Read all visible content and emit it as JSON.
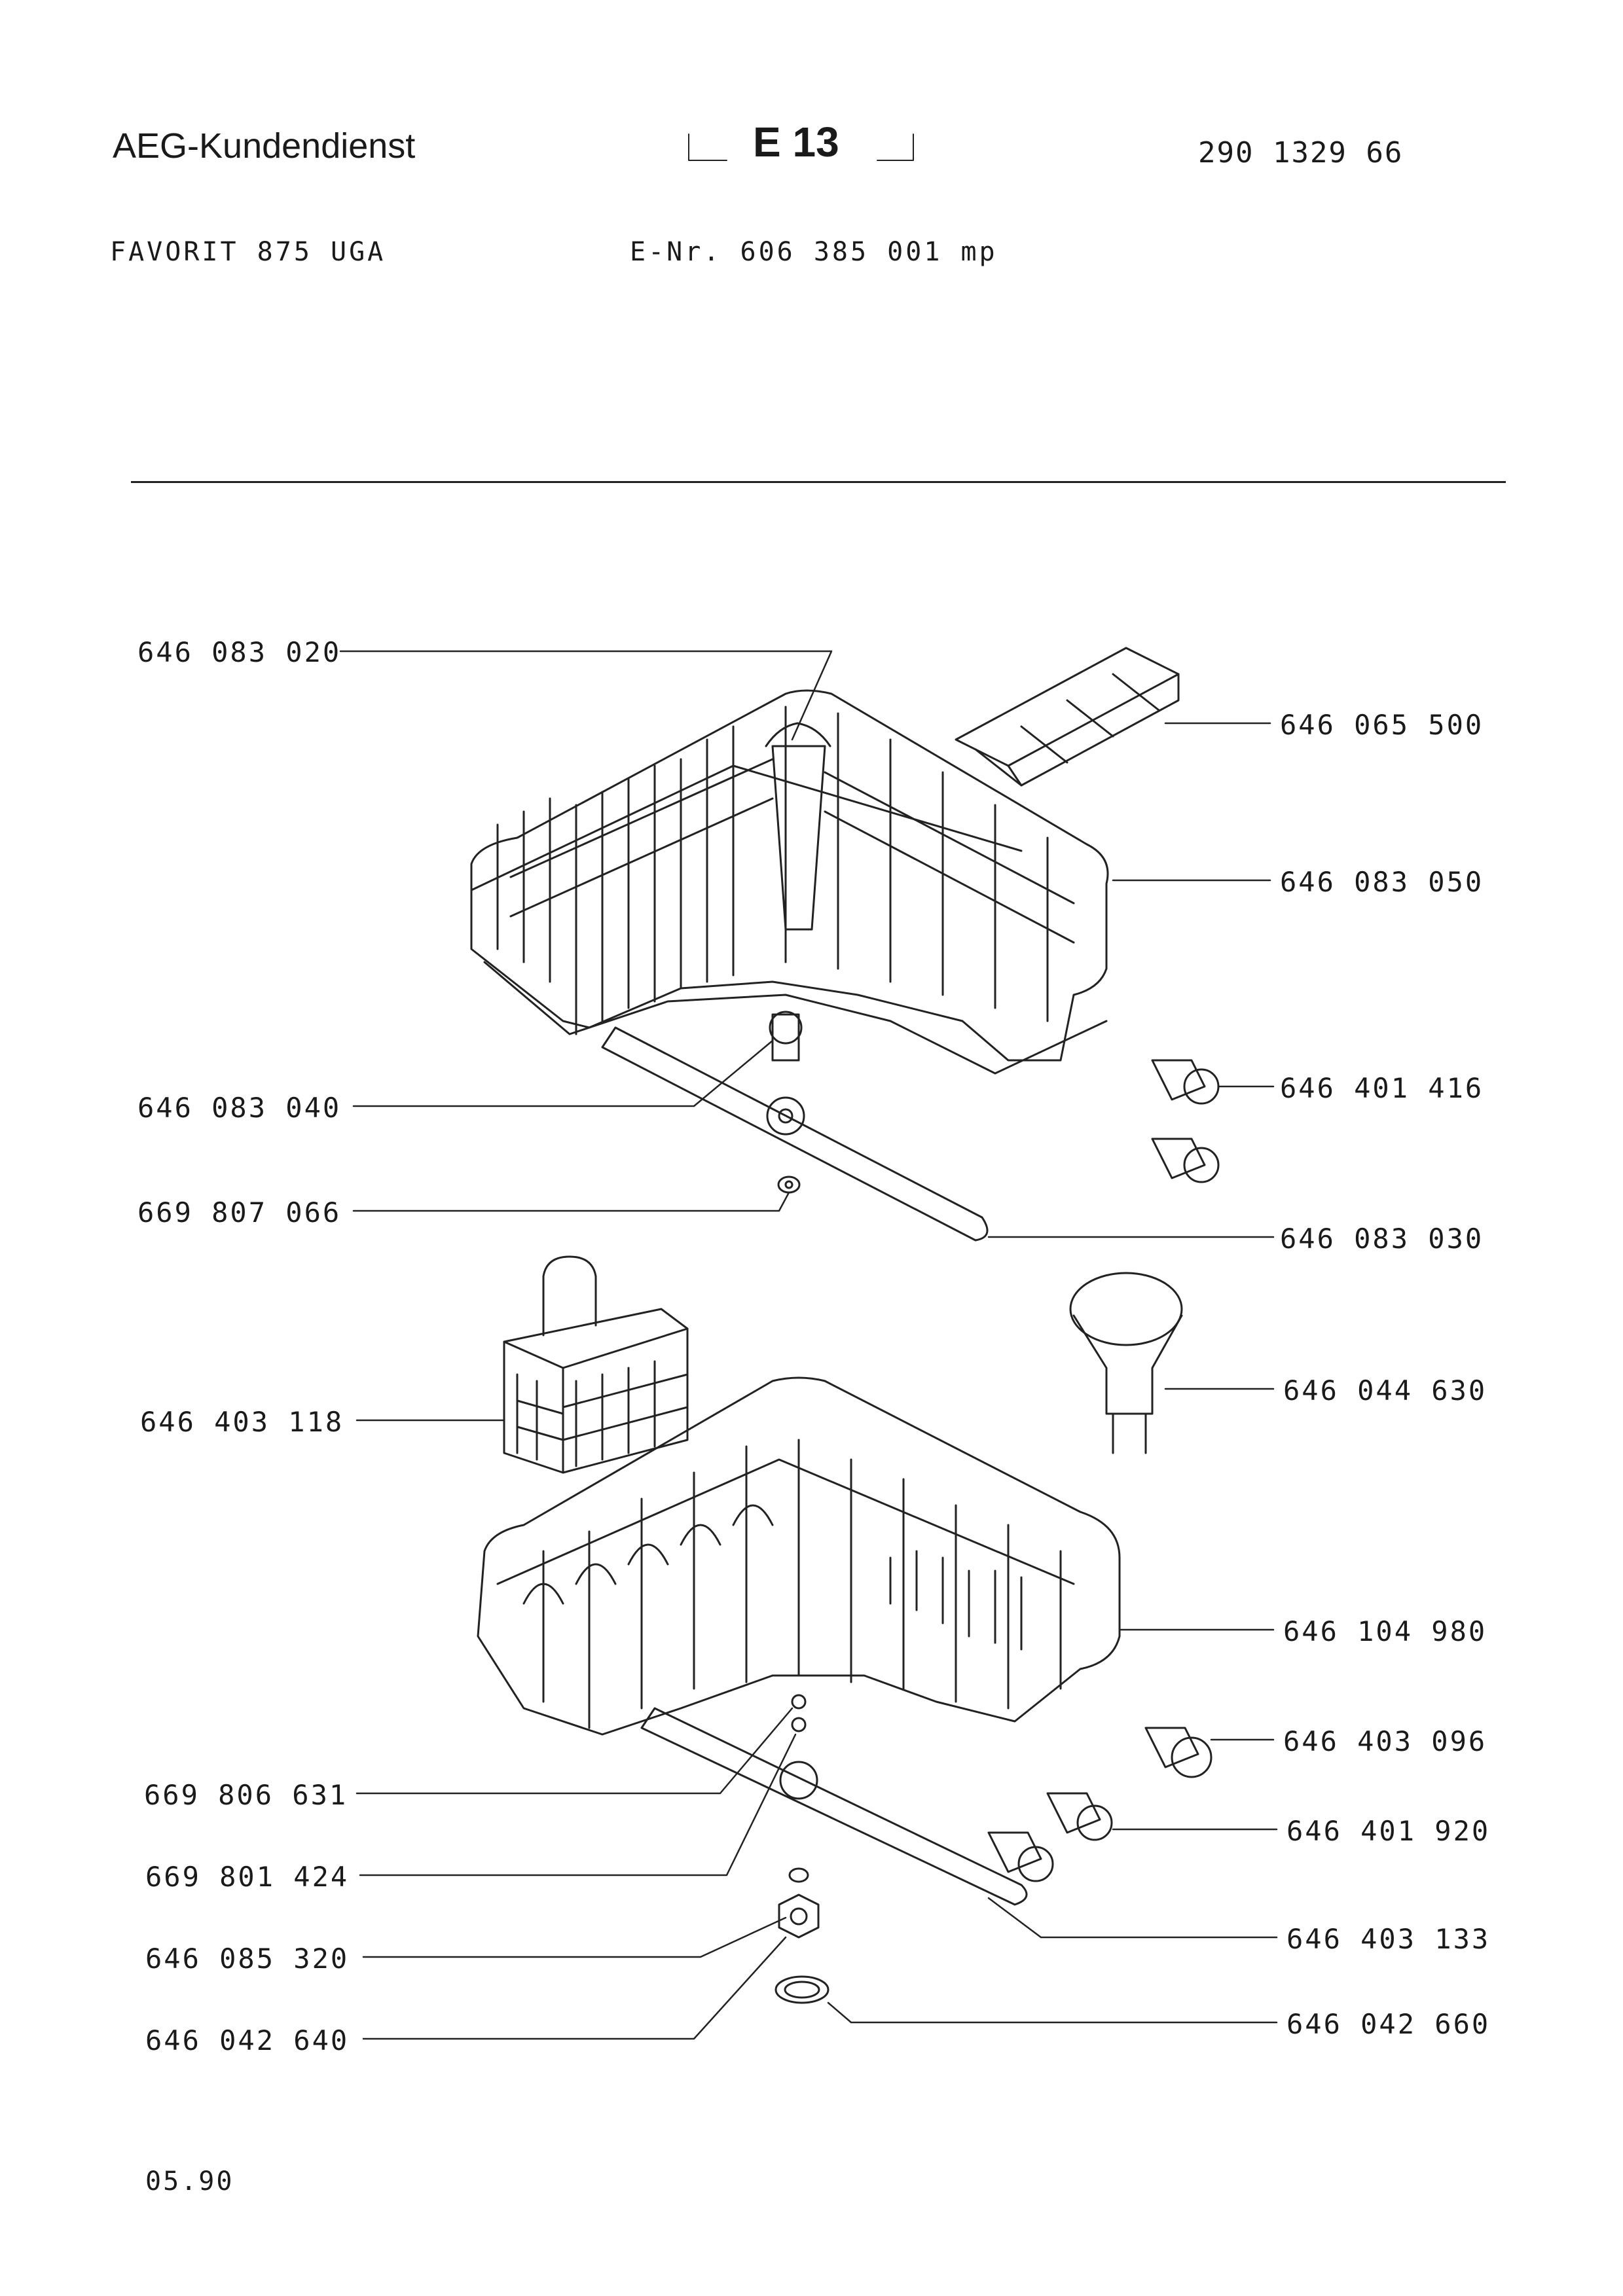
{
  "header": {
    "brand": "AEG-Kundendienst",
    "sheet": "E 13",
    "doc_number": "290 1329 66",
    "model": "FAVORIT 875 UGA",
    "e_nr": "E-Nr. 606 385 001 mp"
  },
  "parts_left": [
    "646 083 020",
    "646 083 040",
    "669 807 066",
    "646 403 118",
    "669 806 631",
    "669 801 424",
    "646 085 320",
    "646 042 640"
  ],
  "parts_right": [
    "646 065 500",
    "646 083 050",
    "646 401 416",
    "646 083 030",
    "646 044 630",
    "646 104 980",
    "646 403 096",
    "646 401 920",
    "646 403 133",
    "646 042 660"
  ],
  "footer": {
    "date": "05.90"
  }
}
